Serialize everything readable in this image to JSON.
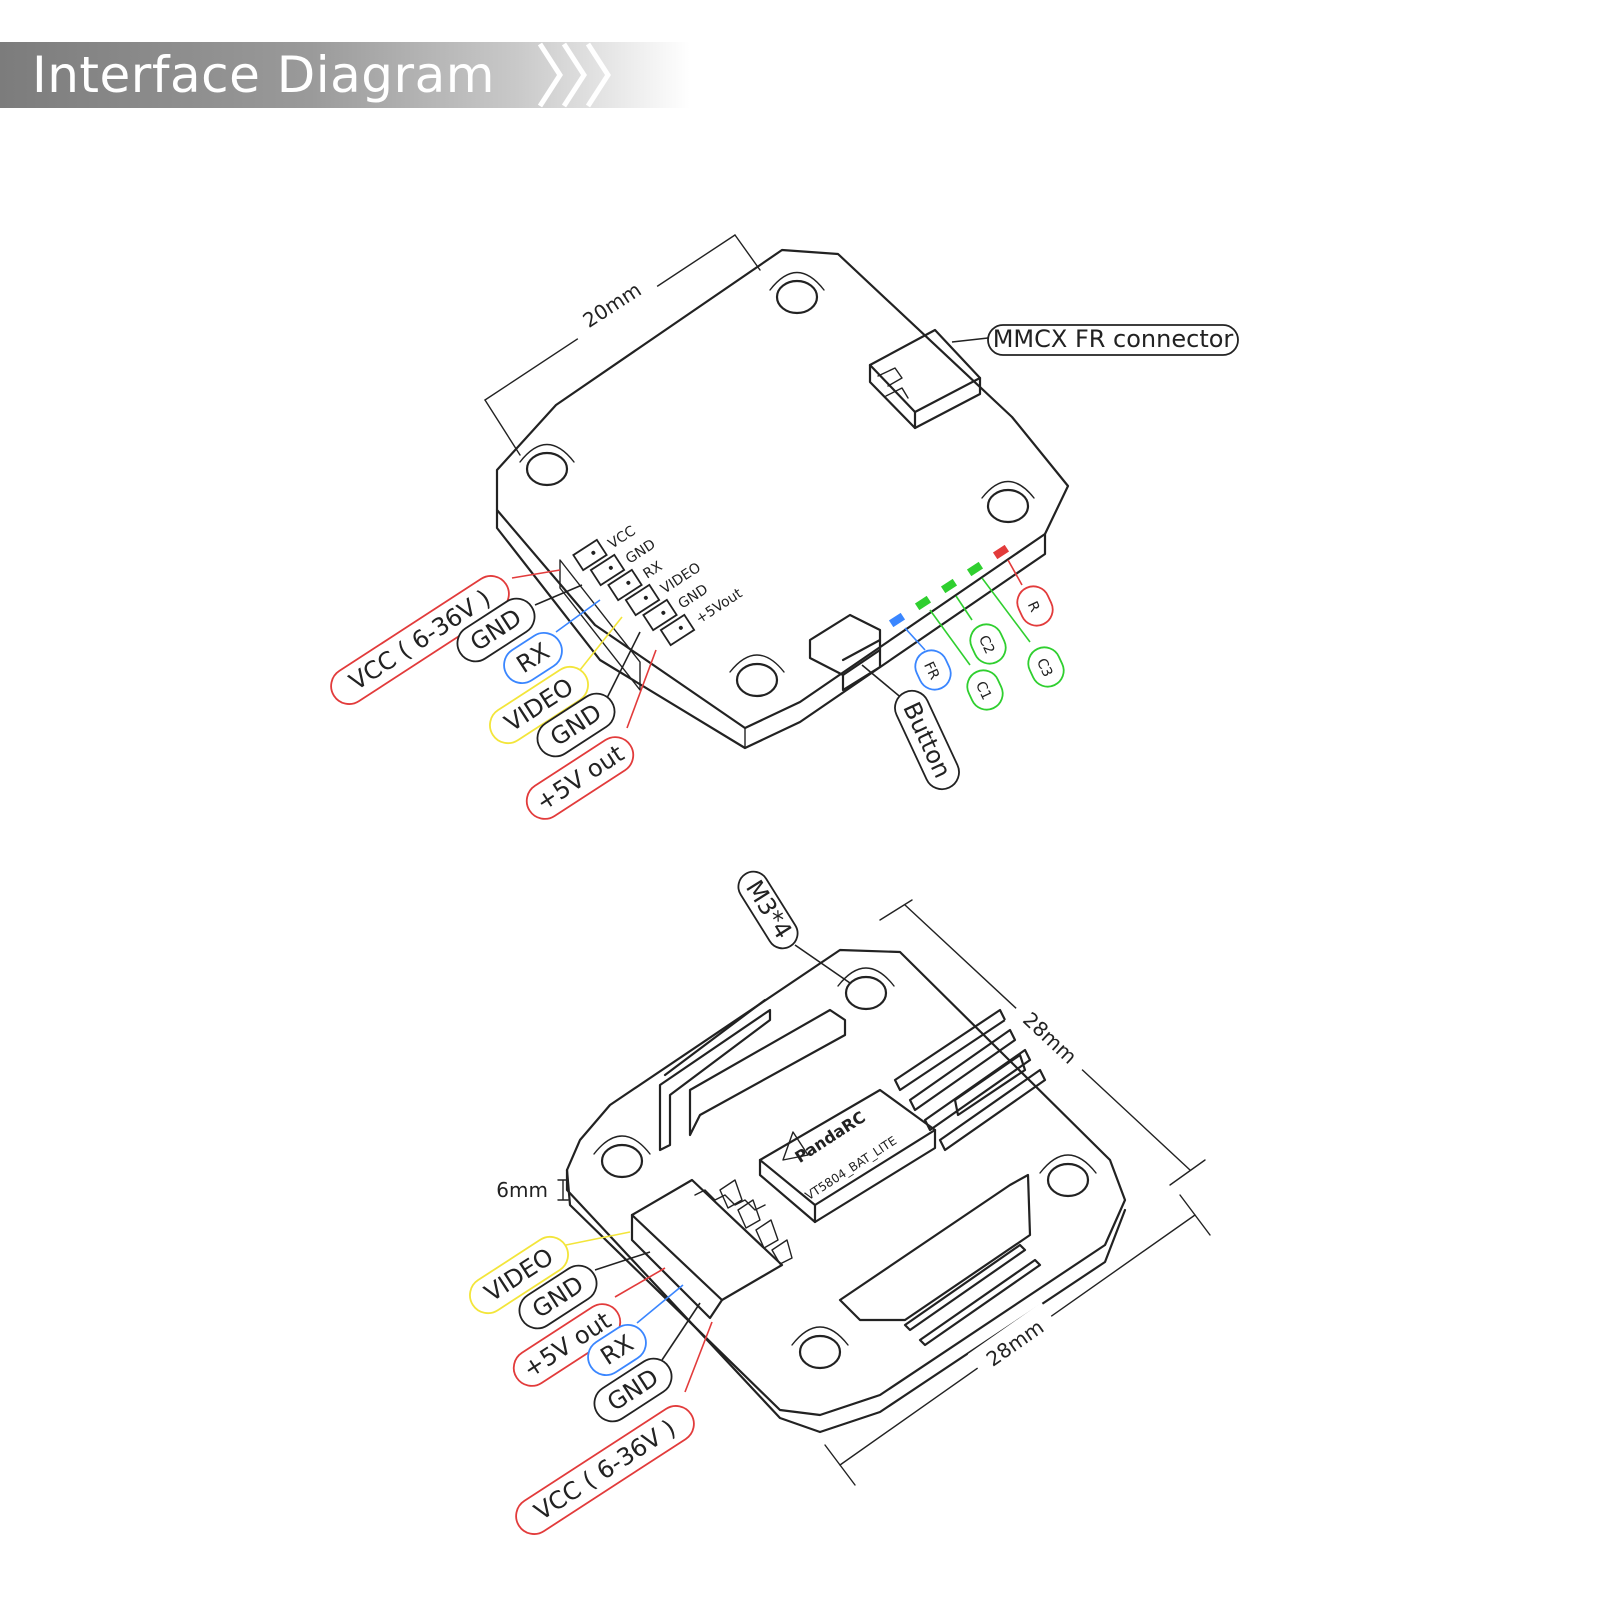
{
  "header": {
    "title": "Interface Diagram"
  },
  "colors": {
    "red": "#e23b3b",
    "yellow": "#f3e53a",
    "blue": "#3a86ff",
    "green": "#2fcf2f",
    "dark": "#222222",
    "header_gray": "#8a8a8a"
  },
  "top_view": {
    "dimension": "20mm",
    "pin_header_labels": [
      "VCC",
      "GND",
      "RX",
      "VIDEO",
      "GND",
      "+5Vout"
    ],
    "callouts": {
      "vcc": "VCC ( 6-36V )",
      "gnd1": "GND",
      "rx": "RX",
      "video": "VIDEO",
      "gnd2": "GND",
      "v5out": "+5V out",
      "mmcx": "MMCX FR connector",
      "button": "Button",
      "fr": "FR",
      "c1": "C1",
      "c2": "C2",
      "c3": "C3",
      "r": "R"
    }
  },
  "bottom_view": {
    "screw": "M3*4",
    "height": "6mm",
    "dim_right": "28mm",
    "dim_bottom": "28mm",
    "brand": "PandaRC",
    "model": "VT5804_BAT_LITE",
    "callouts": {
      "video": "VIDEO",
      "gnd1": "GND",
      "v5out": "+5V out",
      "rx": "RX",
      "gnd2": "GND",
      "vcc": "VCC ( 6-36V )"
    }
  }
}
